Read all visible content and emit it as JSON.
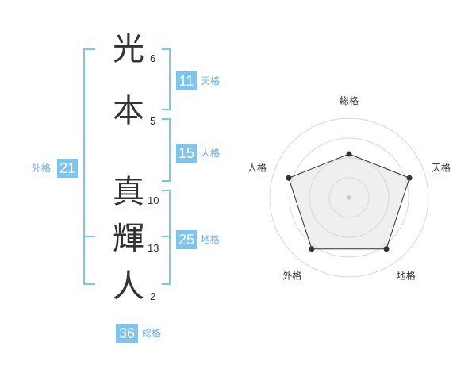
{
  "name_chars": [
    {
      "char": "光",
      "strokes": "6"
    },
    {
      "char": "本",
      "strokes": "5"
    },
    {
      "char": "真",
      "strokes": "10"
    },
    {
      "char": "輝",
      "strokes": "13"
    },
    {
      "char": "人",
      "strokes": "2"
    }
  ],
  "fortunes": {
    "tenkaku": {
      "value": "11",
      "label": "天格"
    },
    "jinkaku": {
      "value": "15",
      "label": "人格"
    },
    "chikaku": {
      "value": "25",
      "label": "地格"
    },
    "gaikaku": {
      "value": "21",
      "label": "外格"
    },
    "soukaku": {
      "value": "36",
      "label": "総格"
    }
  },
  "colors": {
    "accent": "#7cc5f0",
    "bracket": "#7cc5f0",
    "text": "#333333"
  },
  "chart_data": {
    "type": "radar",
    "axes": [
      "総格",
      "天格",
      "地格",
      "外格",
      "人格"
    ],
    "values": [
      0.55,
      0.8,
      0.8,
      0.8,
      0.8
    ],
    "rings": 4,
    "grid": true
  }
}
